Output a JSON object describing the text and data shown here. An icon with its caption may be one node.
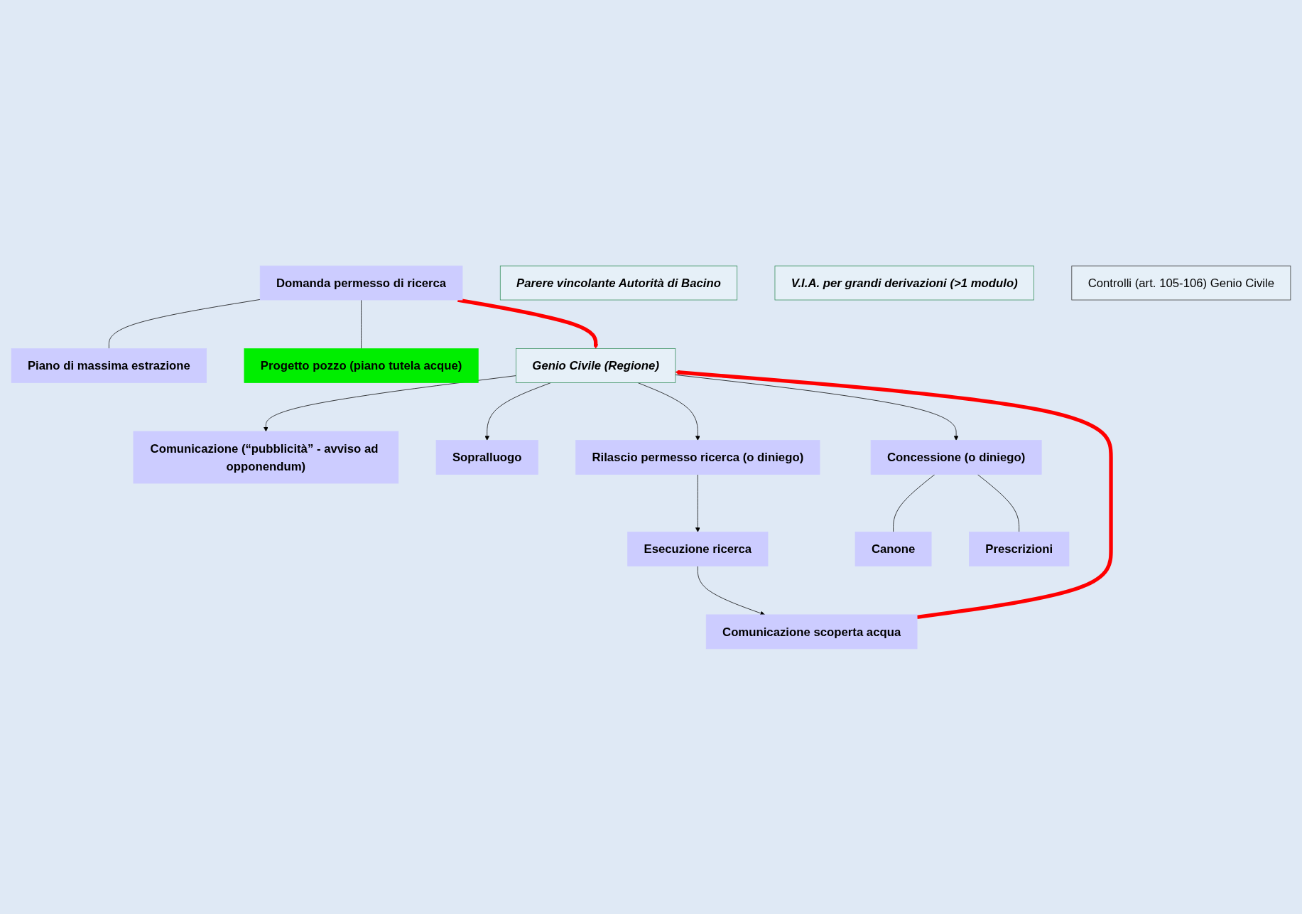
{
  "diagram": {
    "nodes": [
      {
        "text": [
          "Domanda permesso di ricerca"
        ]
      },
      {
        "text": [
          "Piano di massima estrazione"
        ]
      },
      {
        "text": [
          "Progetto pozzo (piano tutela acque)"
        ]
      },
      {
        "text": [
          "Genio Civile (Regione)"
        ]
      },
      {
        "text": [
          "Comunicazione (“pubblicità” - avviso ad opponendum)"
        ]
      },
      {
        "text": [
          "Sopralluogo"
        ]
      },
      {
        "text": [
          "Rilascio permesso ricerca (o diniego)"
        ]
      },
      {
        "text": [
          "Parere vincolante Autorità di Bacino"
        ]
      },
      {
        "text": [
          "Esecuzione ricerca"
        ]
      },
      {
        "text": [
          "V.I.A. per grandi derivazioni (>1 modulo)"
        ]
      },
      {
        "text": [
          "Comunicazione scoperta acqua"
        ]
      },
      {
        "text": [
          "Concessione (o diniego)"
        ]
      },
      {
        "text": [
          "Canone"
        ]
      },
      {
        "text": [
          "Prescrizioni"
        ]
      },
      {
        "text": [
          "Controlli (art. 105-106) Genio Civile"
        ]
      }
    ],
    "edges": [
      {
        "from": 0,
        "to": 1,
        "arrow": "none"
      },
      {
        "from": 0,
        "to": 2,
        "arrow": "none"
      },
      {
        "from": 0,
        "to": 3,
        "arrow": "to",
        "style": "thick",
        "color": "#ff0000"
      },
      {
        "from": 3,
        "to": 4,
        "arrow": "to"
      },
      {
        "from": 3,
        "to": 5,
        "arrow": "to"
      },
      {
        "from": 3,
        "to": 6,
        "arrow": "to"
      },
      {
        "from": 6,
        "to": 8,
        "arrow": "to"
      },
      {
        "from": 8,
        "to": 10,
        "arrow": "to"
      },
      {
        "from": 10,
        "to": 3,
        "arrow": "to",
        "style": "thick",
        "color": "#ff0000"
      },
      {
        "from": 3,
        "to": 11,
        "arrow": "to"
      },
      {
        "from": 11,
        "to": 12,
        "arrow": "none"
      },
      {
        "from": 11,
        "to": 13,
        "arrow": "none"
      }
    ]
  }
}
